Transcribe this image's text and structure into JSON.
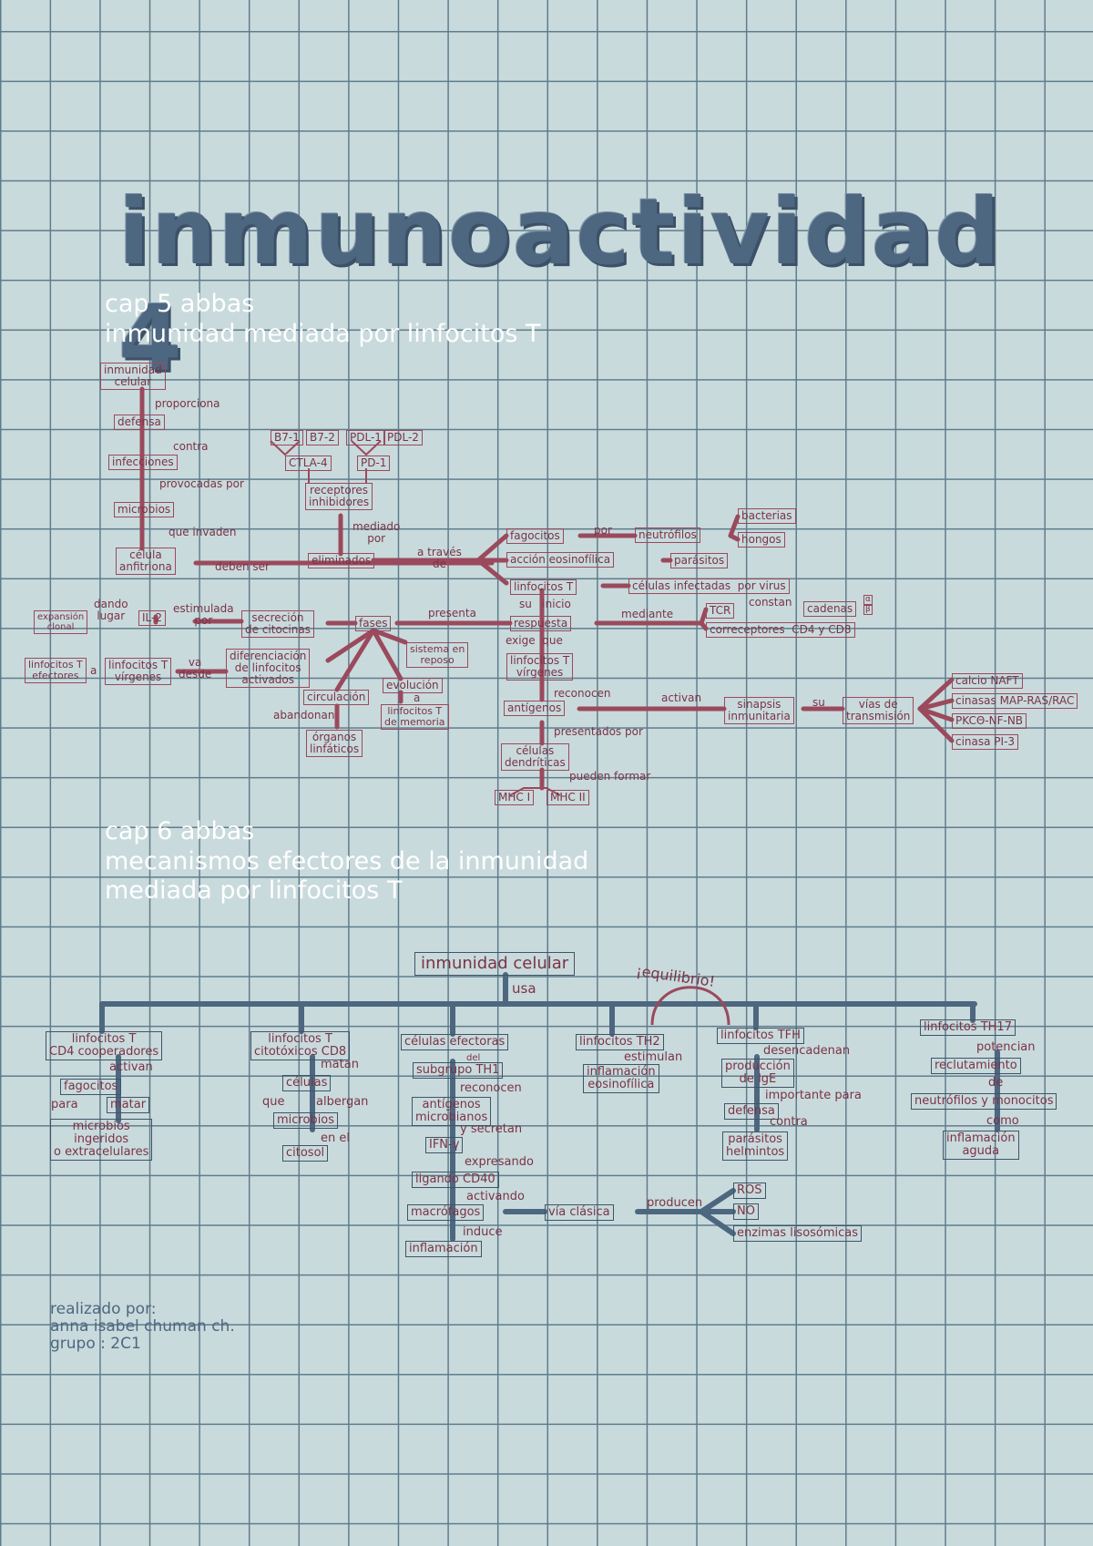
{
  "title": "inmunoactividad 4",
  "section1": {
    "header_line1": "cap 5 abbas",
    "header_line2": "inmunidad mediada por linfocitos T",
    "boxes": {
      "inm_celular": "inmunidad\ncelular",
      "defensa": "defensa",
      "infecciones": "infecciones",
      "microbios": "microbios",
      "celula_anfitriona": "célula\nanfitriona",
      "b7_1": "B7-1",
      "b7_2": "B7-2",
      "pdl_1": "PDL-1",
      "pdl_2": "PDL-2",
      "ctla_4": "CTLA-4",
      "pd_1": "PD-1",
      "receptores_inhibidores": "receptores\ninhibidores",
      "eliminados": "eliminados",
      "fagocitos": "fagocitos",
      "neutrofilos": "neutrófilos",
      "bacterias": "bacterias",
      "hongos": "hongos",
      "accion_eosinofilica": "acción eosinofílica",
      "parasitos": "parásitos",
      "linfocitos_t": "linfocitos T",
      "celulas_infectadas": "células infectadas  por virus",
      "respuesta": "respuesta",
      "tcr": "TCR",
      "cadenas": "cadenas",
      "coreceptores": "correceptores  CD4 y CD8",
      "linfocitos_t_virgenes": "linfocitos T\nvírgenes",
      "antigenos": "antígenos",
      "sinapsis": "sinapsis\ninmunitaria",
      "vias_transmision": "vías de\ntransmisión",
      "calcio_nfat": "calcio NAFT",
      "cinasas_map": "cinasas MAP-RAS/RAC",
      "pkco": "PKCΘ-NF-NB",
      "cinasa_pi3": "cinasa PI-3",
      "celulas_dendriticas": "células\ndendríticas",
      "mhc_i": "MHC I",
      "mhc_ii": "MHC II",
      "fases": "fases",
      "secrecion": "secreción\nde citocinas",
      "il2": "IL-2",
      "expansion": "expansión\nclonal",
      "diferenciacion": "diferenciación\nde linfocitos\nactivados",
      "linfocitos_virgenes2": "linfocitos T\nvírgenes",
      "linfocitos_efectores": "linfocitos T\nefectores",
      "sistema_reposo": "sistema en\nreposo",
      "evolucion": "evolución",
      "linfocitos_memoria": "linfocitos T\nde memoria",
      "circulacion": "circulación",
      "organos": "órganos\nlinfáticos"
    },
    "labels": {
      "proporciona": "proporciona",
      "contra": "contra",
      "provocadas": "provocadas por",
      "que_invaden": "que invaden",
      "deben_ser": "deben ser",
      "mediado_por": "mediado\npor",
      "a_traves": "a través\nde",
      "por": "por",
      "su_inicio": "su   inicio",
      "presenta": "presenta",
      "mediante": "mediante",
      "constan": "constan",
      "exige_que": "exige  que",
      "reconocen": "reconocen",
      "activan": "activan",
      "su": "su",
      "presentados_por": "presentados por",
      "pueden_formar": "pueden formar",
      "dando_lugar": "dando\nlugar",
      "estimulada_por": "estimulada\npor",
      "a": "a",
      "va_desde": "va\ndesde",
      "a2": "a",
      "abandonan": "abandonan",
      "alpha": "α",
      "beta": "β"
    }
  },
  "section2": {
    "header_line1": "cap 6 abbas",
    "header_line2": "mecanismos efectores de la inmunidad",
    "header_line3": "mediada por linfocitos T",
    "root": "inmunidad celular",
    "usa": "usa",
    "equilibrio": "¡equilibrio!",
    "col1": {
      "box": "linfocitos T\nCD4 cooperadores",
      "activan": "activan",
      "fagocitos": "fagocitos",
      "para": "para",
      "matar": "matar",
      "microbios": "microbios\ningeridos\no extracelulares"
    },
    "col2": {
      "box": "linfocitos T\ncitotóxicos CD8",
      "matan": "matan",
      "celulas": "células",
      "que": "que",
      "albergan": "albergan",
      "microbios": "microbios",
      "en_el": "en el",
      "citosol": "citosol"
    },
    "col3": {
      "box": "células efectoras",
      "del": "del",
      "subgrupo": "subgrupo TH1",
      "reconocen": "reconocen",
      "antigenos": "antígenos\nmicrobianos",
      "y_secretan": "y secretan",
      "ifn": "IFN-γ",
      "expresando": "expresando",
      "ligando": "ligando CD40",
      "activando": "activando",
      "macrofagos": "macrófagos",
      "via_clasica": "vía clásica",
      "producen": "producen",
      "ros": "ROS",
      "no": "NO",
      "enzimas": "enzimas lisosómicas",
      "induce": "induce",
      "inflamacion": "inflamación"
    },
    "col4": {
      "box": "linfocitos TH2",
      "estimulan": "estimulan",
      "inflamacion": "inflamación\neosinofílica"
    },
    "col5": {
      "box": "linfocitos TFH",
      "desencadenan": "desencadenan",
      "produccion": "producción\nde IgE",
      "importante": "importante para",
      "defensa": "defensa",
      "contra": "contra",
      "parasitos": "parásitos\nhelmintos"
    },
    "col6": {
      "box": "linfocitos TH17",
      "potencian": "potencian",
      "reclutamiento": "reclutamiento",
      "de": "de",
      "neutrofilos": "neutrófilos y monocitos",
      "como": "como",
      "inflamacion": "inflamación\naguda"
    }
  },
  "footer": {
    "line1": "realizado por:",
    "line2": "anna isabel chuman ch.",
    "line3": "grupo : 2C1"
  },
  "colors": {
    "background": "#c9dadc",
    "grid": "#5f7c8c",
    "title": "#4e6780",
    "connector1": "#9a4a5c",
    "connector2": "#4e6780",
    "text": "#7a3346"
  }
}
